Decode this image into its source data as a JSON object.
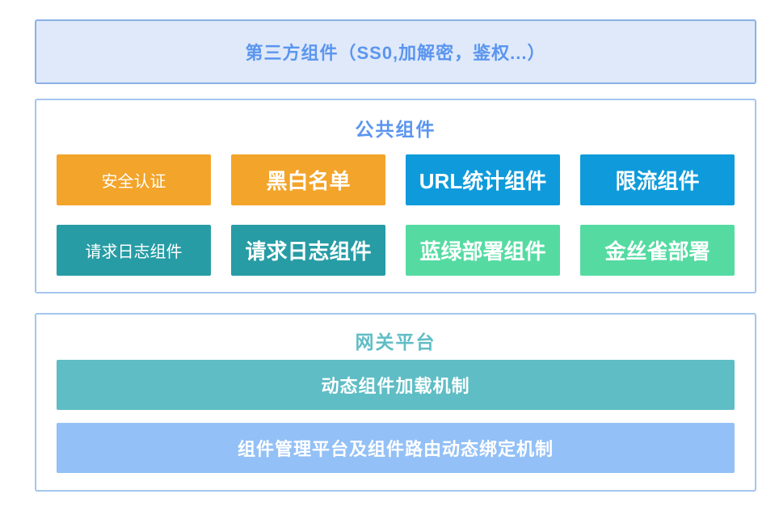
{
  "page": {
    "background": "#ffffff"
  },
  "top_box": {
    "label": "第三方组件（SS0,加解密，鉴权...）",
    "bg": "#dfe9fa",
    "border_color": "#8ab1e6",
    "text_color": "#5b95ee"
  },
  "common_components": {
    "title": "公共组件",
    "title_color": "#5b95ee",
    "panel_border_color": "#a5c5ef",
    "items": [
      {
        "label": "安全认证",
        "bg": "#f3a42a"
      },
      {
        "label": "黑白名单",
        "bg": "#f3a42a"
      },
      {
        "label": "URL统计组件",
        "bg": "#0f9bdb"
      },
      {
        "label": "限流组件",
        "bg": "#0f9bdb"
      },
      {
        "label": "请求日志组件",
        "bg": "#279ca5"
      },
      {
        "label": "请求日志组件",
        "bg": "#279ca5"
      },
      {
        "label": "蓝绿部署组件",
        "bg": "#55dba2"
      },
      {
        "label": "金丝雀部署",
        "bg": "#55dba2"
      }
    ]
  },
  "gateway_platform": {
    "title": "网关平台",
    "title_color": "#60bdc5",
    "panel_border_color": "#a5c5ef",
    "bars": [
      {
        "label": "动态组件加载机制",
        "bg": "#5fbdc5"
      },
      {
        "label": "组件管理平台及组件路由动态绑定机制",
        "bg": "#93c0f6"
      }
    ]
  }
}
